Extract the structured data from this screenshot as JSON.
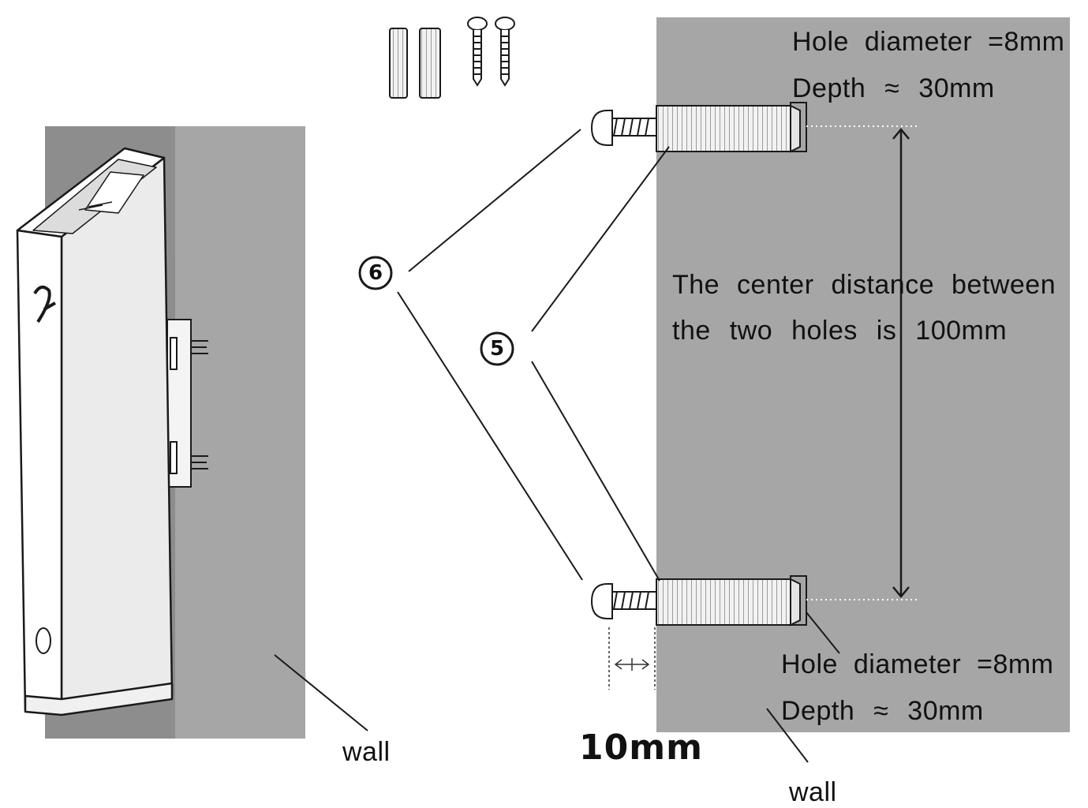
{
  "callouts": {
    "top_hole_diameter": "Hole diameter =8mm",
    "top_depth": "Depth ≈ 30mm",
    "center_distance_line1": "The center distance between",
    "center_distance_line2": "the two holes is 100mm",
    "bottom_hole_diameter": "Hole diameter =8mm",
    "bottom_depth": "Depth ≈ 30mm",
    "protrusion": "10mm",
    "wall_left": "wall",
    "wall_right": "wall"
  },
  "part_numbers": {
    "screw": "6",
    "anchor": "5"
  },
  "device_marks": {
    "logo": "2",
    "button": "0"
  },
  "colors": {
    "wall": "#a6a6a6",
    "wall_dark": "#8b8b8b",
    "line": "#1a1a1a",
    "device": "#ffffff"
  }
}
